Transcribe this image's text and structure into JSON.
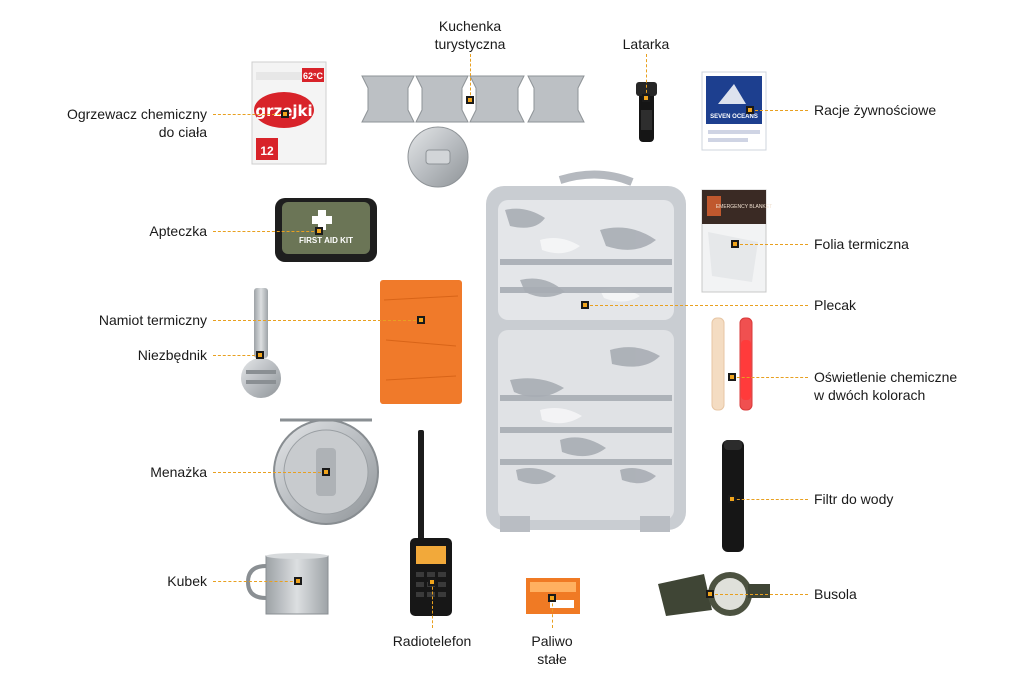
{
  "labels": {
    "heater": "Ogrzewacz chemiczny",
    "heater2": "do ciała",
    "stove": "Kuchenka",
    "stove2": "turystyczna",
    "flashlight": "Latarka",
    "rations": "Racje żywnościowe",
    "firstaid": "Apteczka",
    "foil": "Folia termiczna",
    "tent": "Namiot termiczny",
    "backpack": "Plecak",
    "utensil": "Niezbędnik",
    "lightstick": "Oświetlenie chemiczne",
    "lightstick2": "w dwóch kolorach",
    "messtin": "Menażka",
    "filter": "Filtr do wody",
    "mug": "Kubek",
    "compass": "Busola",
    "radio": "Radiotelefon",
    "fuel": "Paliwo",
    "fuel2": "stałe"
  },
  "product_text": {
    "heater_temp": "62°C",
    "heater_count": "12",
    "firstaid_text": "FIRST AID KIT",
    "rations_brand": "SEVEN OCEANS",
    "foil_text": "EMERGENCY BLANKET"
  },
  "colors": {
    "accent": "#f0a41c",
    "tent": "#f07a2a",
    "firstaid": "#6b7556",
    "camo_light": "#d9dce0",
    "camo_mid": "#b7bcc3",
    "camo_dark": "#8e939a"
  }
}
